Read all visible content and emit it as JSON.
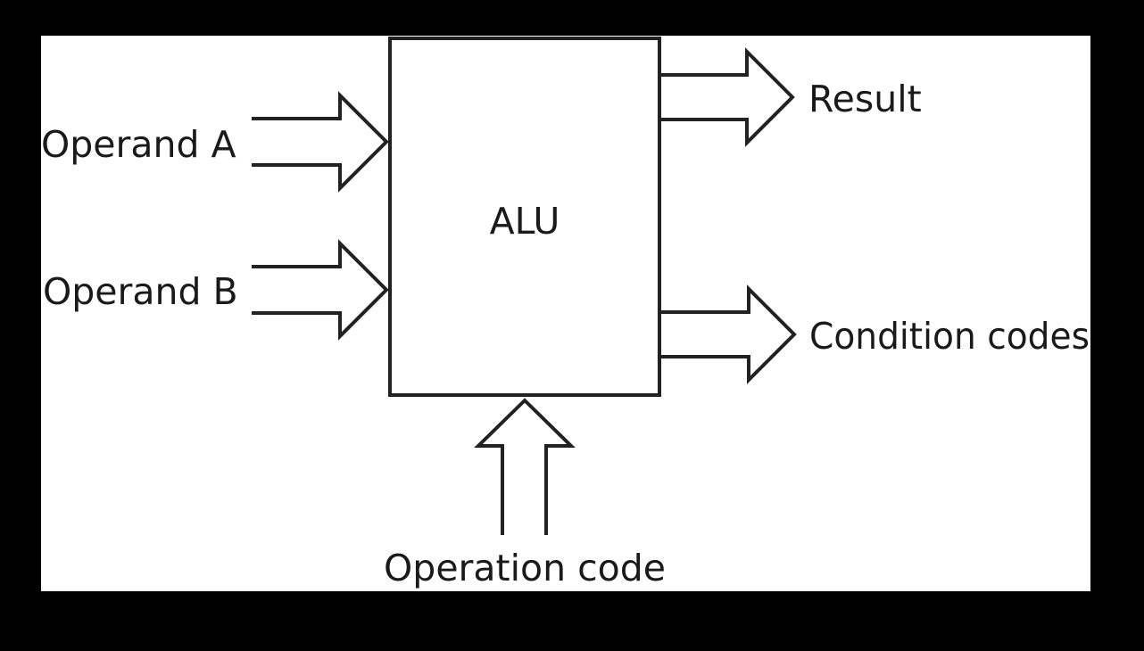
{
  "colors": {
    "frame": "#000000",
    "canvas": "#ffffff",
    "stroke": "#222222",
    "text": "#1a1a1a"
  },
  "diagram": {
    "block": {
      "label": "ALU"
    },
    "inputs": [
      {
        "label": "Operand A"
      },
      {
        "label": "Operand B"
      },
      {
        "label": "Operation code"
      }
    ],
    "outputs": [
      {
        "label": "Result"
      },
      {
        "label": "Condition codes"
      }
    ]
  }
}
